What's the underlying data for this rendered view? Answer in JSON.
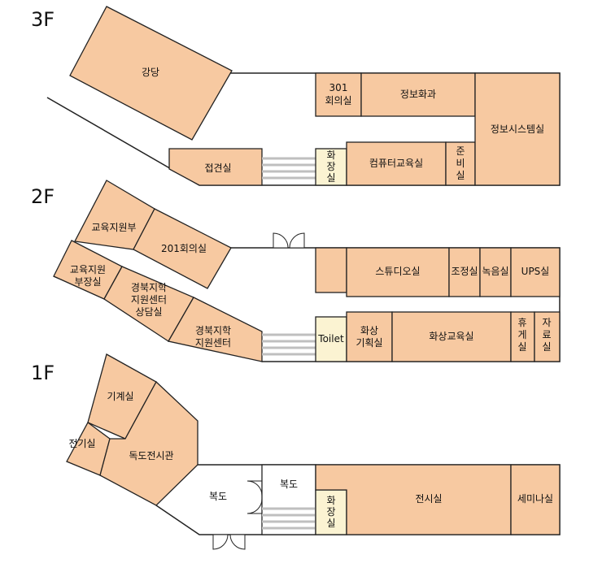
{
  "floors": {
    "f3": {
      "label": "3F",
      "rooms": {
        "auditorium": "강당",
        "reception": "접견실",
        "room301": [
          "301",
          "회의실"
        ],
        "info_division": "정보화과",
        "restroom": [
          "화",
          "장",
          "실"
        ],
        "computer_lab": "컴퓨터교육실",
        "prep": [
          "준",
          "비",
          "실"
        ],
        "info_system": "정보시스템실"
      }
    },
    "f2": {
      "label": "2F",
      "rooms": {
        "edu_support": "교육지원부",
        "room201": "201회의실",
        "edu_director": [
          "교육지원",
          "부장실"
        ],
        "counsel": [
          "경북지학",
          "지원센터",
          "상담실"
        ],
        "support_center": [
          "경북지학",
          "지원센터"
        ],
        "studio": "스튜디오실",
        "control": "조정실",
        "recording": "녹음실",
        "ups": "UPS실",
        "toilet": "Toilet",
        "video_plan": [
          "화상",
          "기획실"
        ],
        "video_edu": "화상교육실",
        "lounge": [
          "휴",
          "게",
          "실"
        ],
        "archive": [
          "자",
          "료",
          "실"
        ]
      }
    },
    "f1": {
      "label": "1F",
      "rooms": {
        "machine": "기계실",
        "electric": "전기실",
        "dokdo": "독도전시관",
        "corridor_left": "복도",
        "corridor_right": "복도",
        "restroom": [
          "화",
          "장",
          "실"
        ],
        "exhibit": "전시실",
        "seminar": "세미나실"
      }
    }
  },
  "colors": {
    "room_fill": "#f7c9a1",
    "toilet_fill": "#fbf3d2",
    "line": "#222222",
    "stair": "#bfbfbf"
  }
}
